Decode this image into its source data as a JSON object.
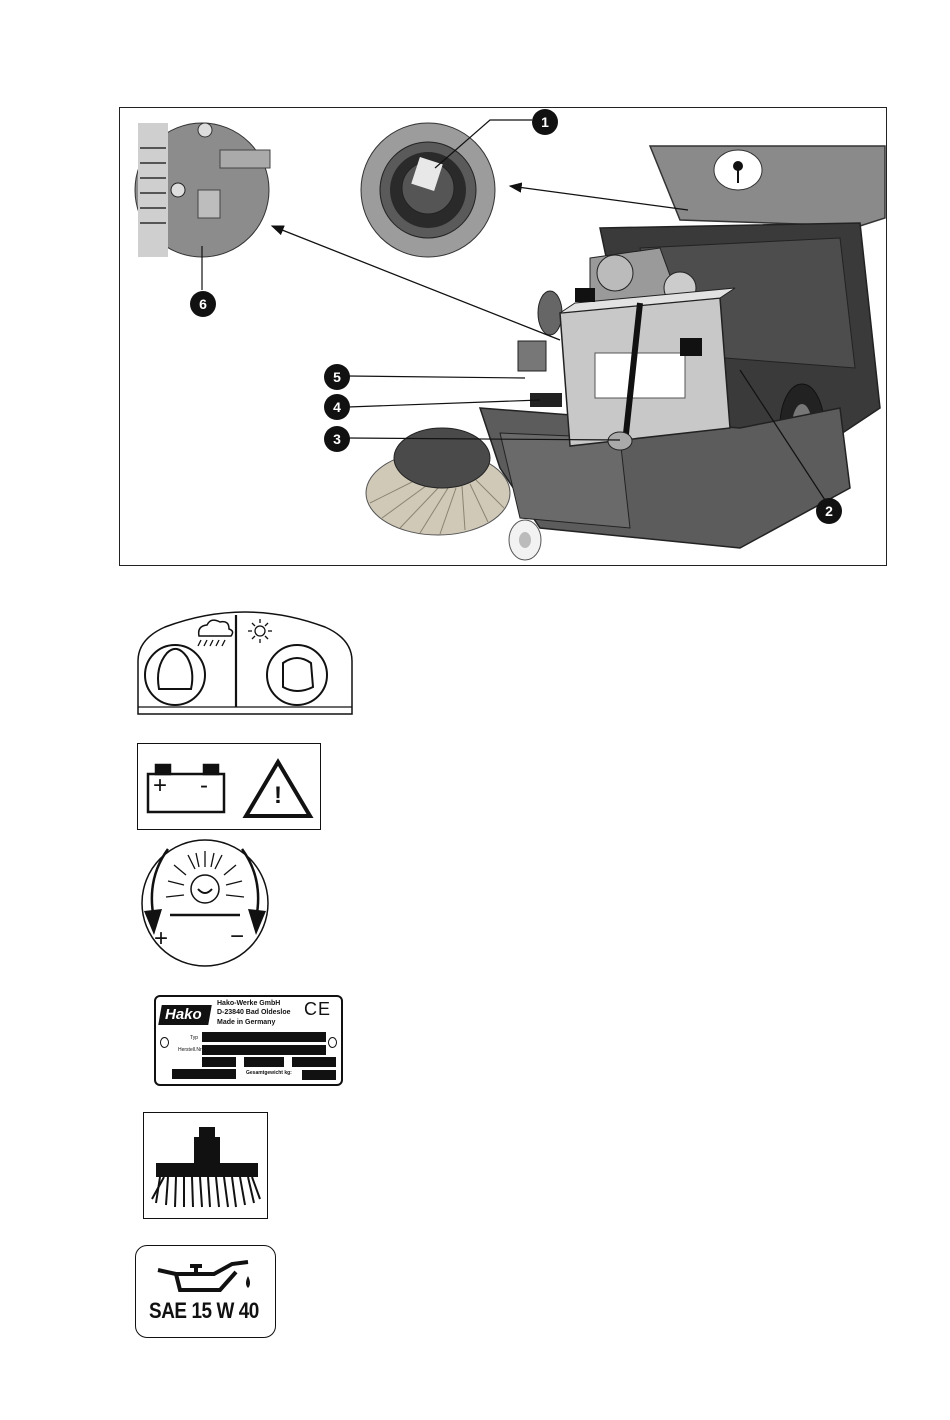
{
  "figure": {
    "callouts": [
      "1",
      "2",
      "3",
      "4",
      "5",
      "6"
    ]
  },
  "labels": {
    "plate": {
      "brand": "Hako",
      "company": "Hako-Werke GmbH",
      "address": "D-23840 Bad Oldesloe",
      "origin": "Made in Germany",
      "mark": "CE",
      "field_type": "Typ",
      "field_serial": "Herstell.Nr",
      "field_weight": "Gesamtgewicht kg:"
    },
    "brush_pressure": {
      "plus": "+",
      "minus": "−"
    },
    "battery": {
      "plus": "+",
      "minus": "-",
      "warning": "!"
    },
    "oil": {
      "grade": "SAE 15 W 40"
    }
  },
  "colors": {
    "ink": "#111111",
    "machine": "#555555",
    "machine_dark": "#2a2a2a",
    "background": "#ffffff"
  }
}
